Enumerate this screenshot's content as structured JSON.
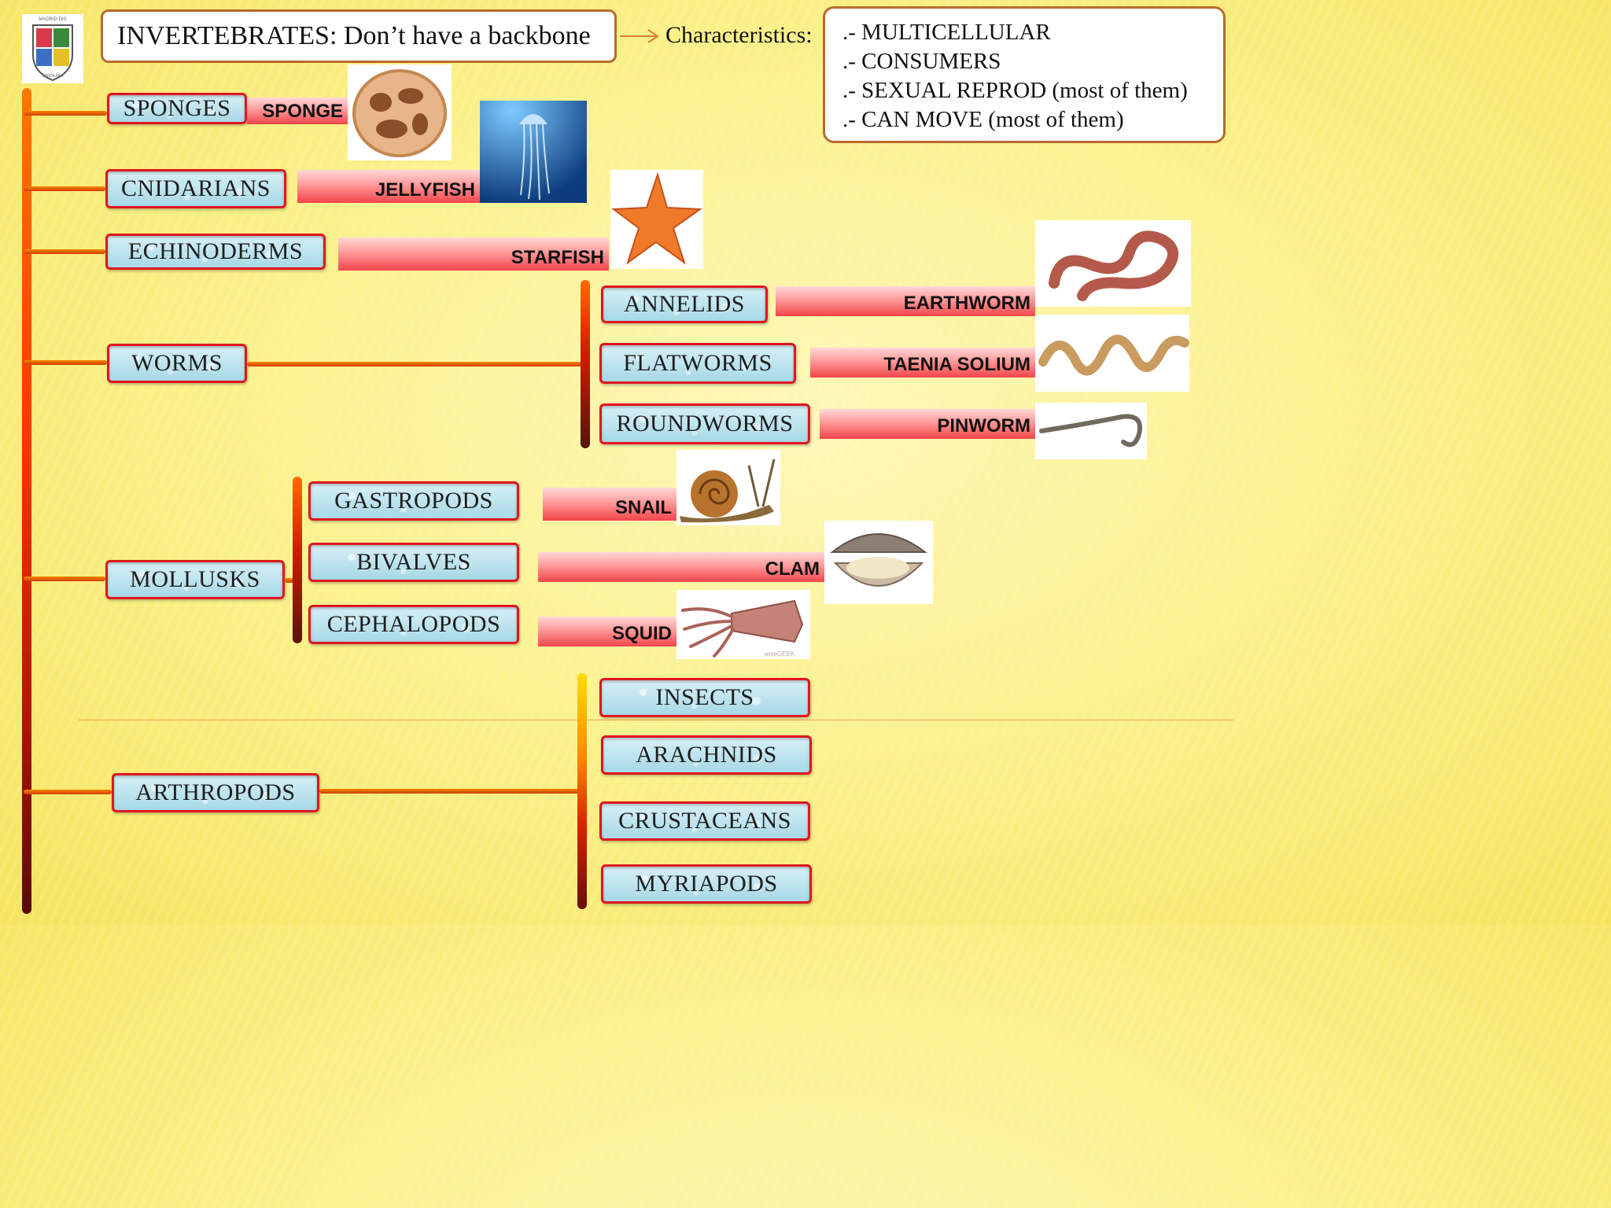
{
  "title": "INVERTEBRATES: Don’t have a backbone",
  "characteristics_label": "Characteristics:",
  "characteristics": [
    ".- MULTICELLULAR",
    ".- CONSUMERS",
    ".- SEXUAL REPROD (most of them)",
    ".- CAN MOVE (most of them)"
  ],
  "logo": {
    "icon": "school-crest-icon",
    "text": "MADRID DIS COLEGIO SANTA ANA PUBLICO"
  },
  "groups": {
    "sponges": "SPONGES",
    "cnidarians": "CNIDARIANS",
    "echinoderms": "ECHINODERMS",
    "worms": "WORMS",
    "mollusks": "MOLLUSKS",
    "arthropods": "ARTHROPODS"
  },
  "worms": {
    "annelids": "ANNELIDS",
    "flatworms": "FLATWORMS",
    "roundworms": "ROUNDWORMS"
  },
  "mollusks": {
    "gastropods": "GASTROPODS",
    "bivalves": "BIVALVES",
    "cephalopods": "CEPHALOPODS"
  },
  "arthropods": {
    "insects": "INSECTS",
    "arachnids": "ARACHNIDS",
    "crustaceans": "CRUSTACEANS",
    "myriapods": "MYRIAPODS"
  },
  "examples": {
    "sponge": "SPONGE",
    "jellyfish": "JELLYFISH",
    "starfish": "STARFISH",
    "earthworm": "EARTHWORM",
    "taenia": "TAENIA SOLIUM",
    "pinworm": "PINWORM",
    "snail": "SNAIL",
    "clam": "CLAM",
    "squid": "SQUID"
  },
  "photo_watermark": "wiseGEEK",
  "colors": {
    "box_border": "#e0161f",
    "box_fill": "#a7d8e6",
    "title_border": "#b86a2c",
    "arrow": "#e07a3a"
  }
}
